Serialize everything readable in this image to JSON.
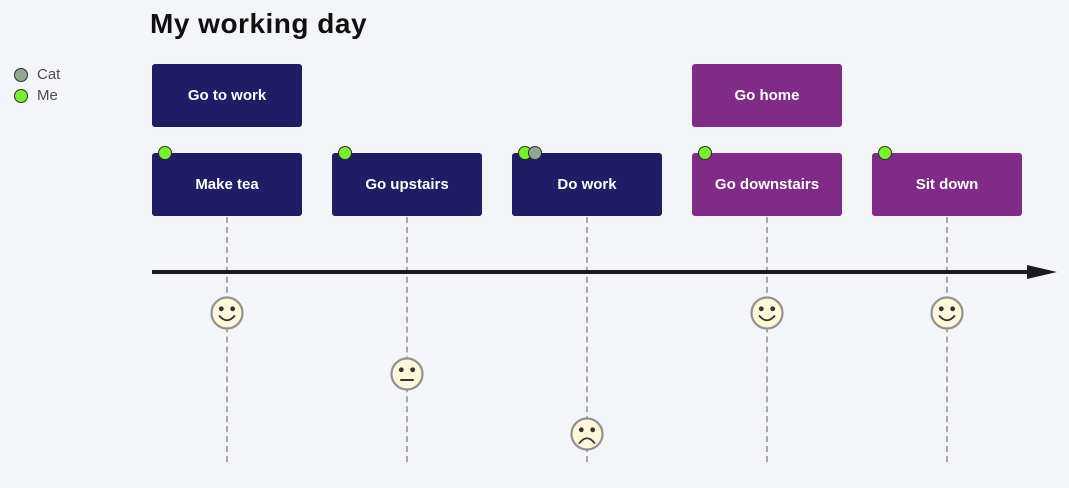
{
  "diagram": {
    "type": "user-journey-timeline",
    "title": "My working day"
  },
  "legend": {
    "items": [
      {
        "label": "Cat",
        "color": "#93a793"
      },
      {
        "label": "Me",
        "color": "#76f22d"
      }
    ]
  },
  "sections": [
    {
      "label": "Go to work",
      "color": "#201d66"
    },
    {
      "label": "Go home",
      "color": "#7f2b87"
    }
  ],
  "tasks": [
    {
      "label": "Make tea",
      "section": "Go to work",
      "color": "#201d66",
      "actors": [
        "Me"
      ],
      "mood": "happy",
      "score": 5
    },
    {
      "label": "Go upstairs",
      "section": "Go to work",
      "color": "#201d66",
      "actors": [
        "Me"
      ],
      "mood": "neutral",
      "score": 3
    },
    {
      "label": "Do work",
      "section": "Go to work",
      "color": "#201d66",
      "actors": [
        "Me",
        "Cat"
      ],
      "mood": "sad",
      "score": 1
    },
    {
      "label": "Go downstairs",
      "section": "Go home",
      "color": "#7f2b87",
      "actors": [
        "Me"
      ],
      "mood": "happy",
      "score": 5
    },
    {
      "label": "Sit down",
      "section": "Go home",
      "color": "#7f2b87",
      "actors": [
        "Me"
      ],
      "mood": "happy",
      "score": 5
    }
  ],
  "colors": {
    "background": "#f4f5f8",
    "task_text": "#ffffff",
    "face_fill": "#fdf7d9",
    "face_stroke": "#919191",
    "face_features": "#333333",
    "axis": "#1c1c1c",
    "grid_line": "#a8a8a8"
  }
}
